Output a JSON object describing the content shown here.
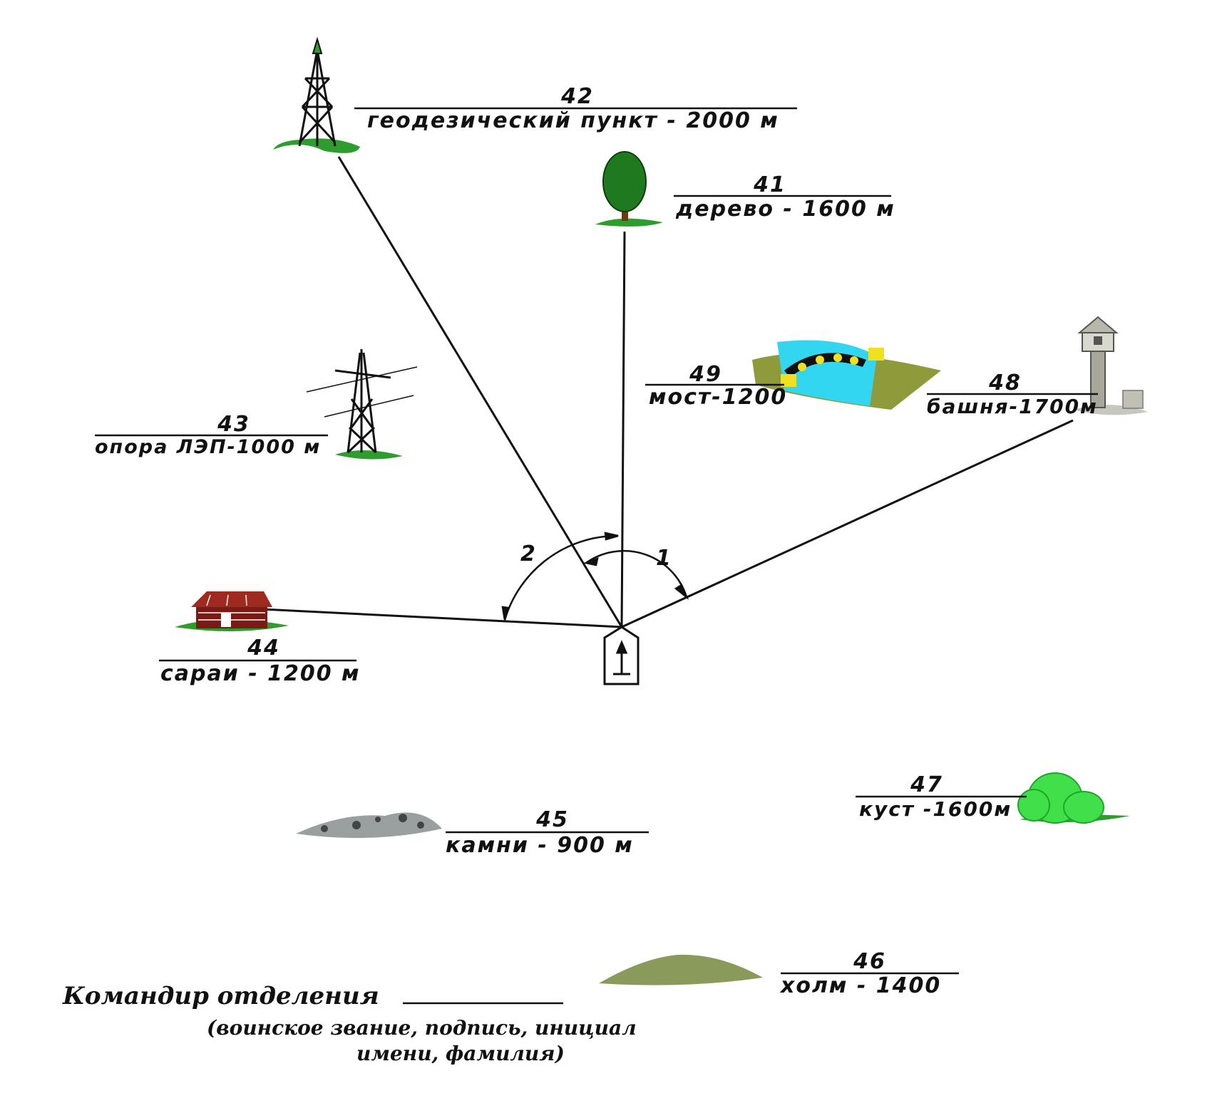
{
  "landmarks": [
    {
      "id": "41",
      "num": "41",
      "text": "дерево - 1600 м"
    },
    {
      "id": "42",
      "num": "42",
      "text": "геодезический пункт - 2000 м"
    },
    {
      "id": "43",
      "num": "43",
      "text": "опора ЛЭП-1000 м"
    },
    {
      "id": "44",
      "num": "44",
      "text": "сараи - 1200 м"
    },
    {
      "id": "45",
      "num": "45",
      "text": "камни - 900 м"
    },
    {
      "id": "46",
      "num": "46",
      "text": "холм - 1400"
    },
    {
      "id": "47",
      "num": "47",
      "text": "куст -1600м"
    },
    {
      "id": "48",
      "num": "48",
      "text": "башня-1700м"
    },
    {
      "id": "49",
      "num": "49",
      "text": "мост-1200"
    }
  ],
  "angles": [
    {
      "id": "1",
      "label": "1"
    },
    {
      "id": "2",
      "label": "2"
    }
  ],
  "signature": {
    "title": "Командир отделения",
    "hint_line1": "(воинское звание, подпись, инициал",
    "hint_line2": "имени, фамилия)"
  },
  "colors": {
    "line": "#111111",
    "grass": "#2e9d2e",
    "tree_crown": "#1f7a1f",
    "barn": "#7a1a14",
    "water": "#33d6f0",
    "bridge_bank": "#8f9a3a",
    "bush": "#3fe04a",
    "hill": "#8a9a5a",
    "stones": "#9aa0a0"
  }
}
